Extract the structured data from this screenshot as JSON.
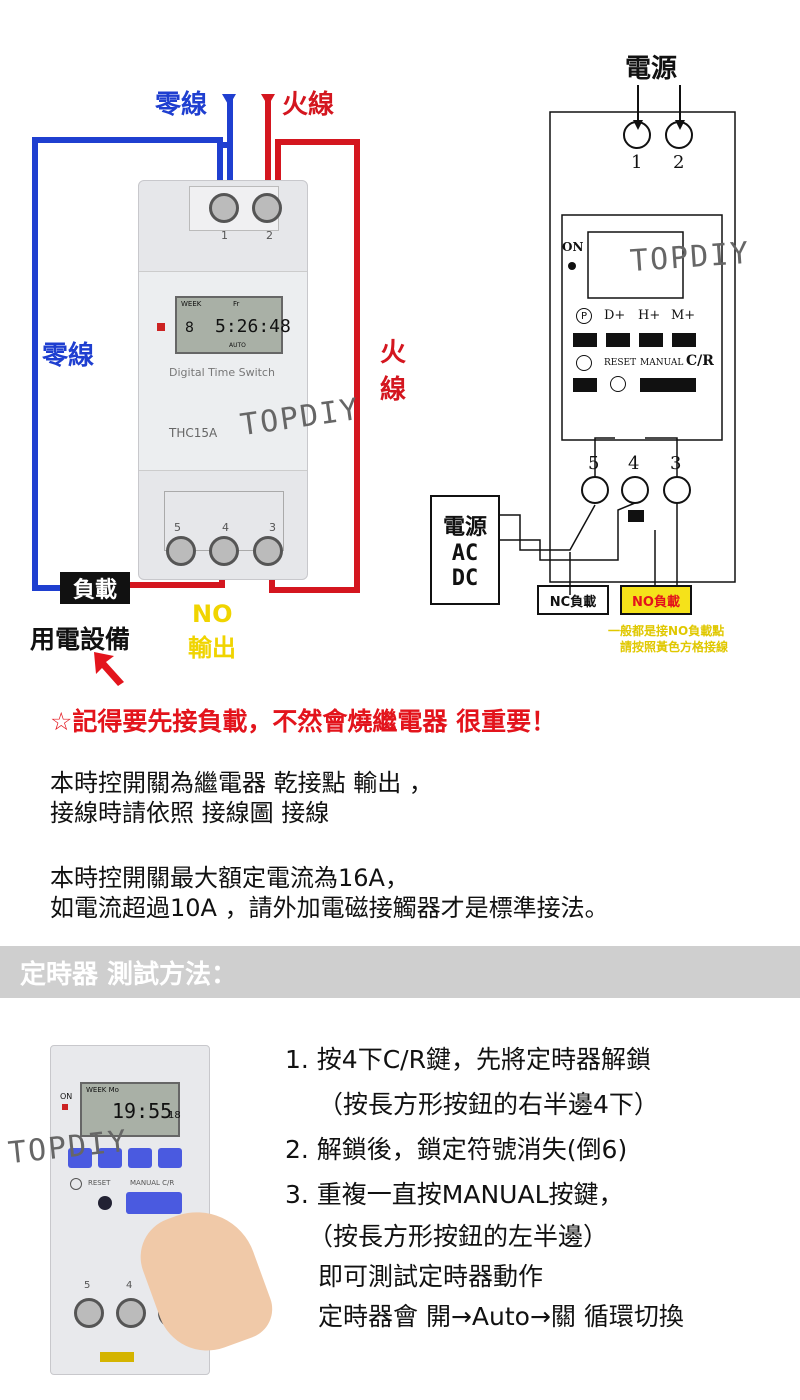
{
  "wiring": {
    "neutral_top": "零線",
    "live_top": "火線",
    "neutral_side": "零線",
    "live_side": "火線",
    "load_tag": "負載",
    "equipment": "用電設備",
    "no_output_1": "NO",
    "no_output_2": "輸出",
    "device_brand": "Digital Time Switch",
    "device_model": "THC15A",
    "lcd_week": "WEEK",
    "lcd_fr": "Fr",
    "lcd_time": "5:26:48",
    "lcd_day": "8",
    "lcd_auto": "AUTO",
    "terminal_1": "1",
    "terminal_2": "2",
    "terminal_5": "5",
    "terminal_4": "4",
    "terminal_3": "3",
    "watermark": "TOPDIY"
  },
  "diagram": {
    "power_label": "電源",
    "terminal_1": "1",
    "terminal_2": "2",
    "on": "ON",
    "btn_p": "P",
    "btn_d": "D+",
    "btn_h": "H+",
    "btn_m": "M+",
    "reset": "RESET",
    "manual": "MANUAL",
    "cr": "C/R",
    "terminal_5": "5",
    "terminal_4": "4",
    "terminal_3": "3",
    "source_1": "電源",
    "source_2": "AC",
    "source_3": "DC",
    "nc_load": "NC負載",
    "no_load": "NO負載",
    "note_1": "一般都是接NO負載點",
    "note_2": "請按照黃色方格接線",
    "watermark": "TOPDIY"
  },
  "warning": "☆記得要先接負載，不然會燒繼電器 很重要！",
  "para1_line1": "本時控開關為繼電器 乾接點 輸出 ，",
  "para1_line2": "接線時請依照 接線圖 接線",
  "para2_line1": "本時控開關最大額定電流為16A，",
  "para2_line2": "如電流超過10A ，請外加電磁接觸器才是標準接法。",
  "banner": "定時器 測試方法：",
  "test_device": {
    "on": "ON",
    "week": "WEEK Mo",
    "time": "19:55",
    "sec": "18",
    "reset": "RESET",
    "manual": "MANUAL C/R",
    "terminal_5": "5",
    "terminal_4": "4",
    "watermark": "TOPDIY"
  },
  "steps": [
    "1. 按4下C/R鍵，先將定時器解鎖",
    "（按長方形按鈕的右半邊4下）",
    "2. 解鎖後，鎖定符號消失(倒6)",
    "3. 重複一直按MANUAL按鍵，",
    "（按長方形按鈕的左半邊）",
    "即可測試定時器動作",
    "定時器會 開→Auto→關 循環切換"
  ],
  "colors": {
    "neutral": "#1f3fd0",
    "live": "#d4161f",
    "no_yellow": "#f5e21a",
    "banner": "#cfcfcf"
  }
}
